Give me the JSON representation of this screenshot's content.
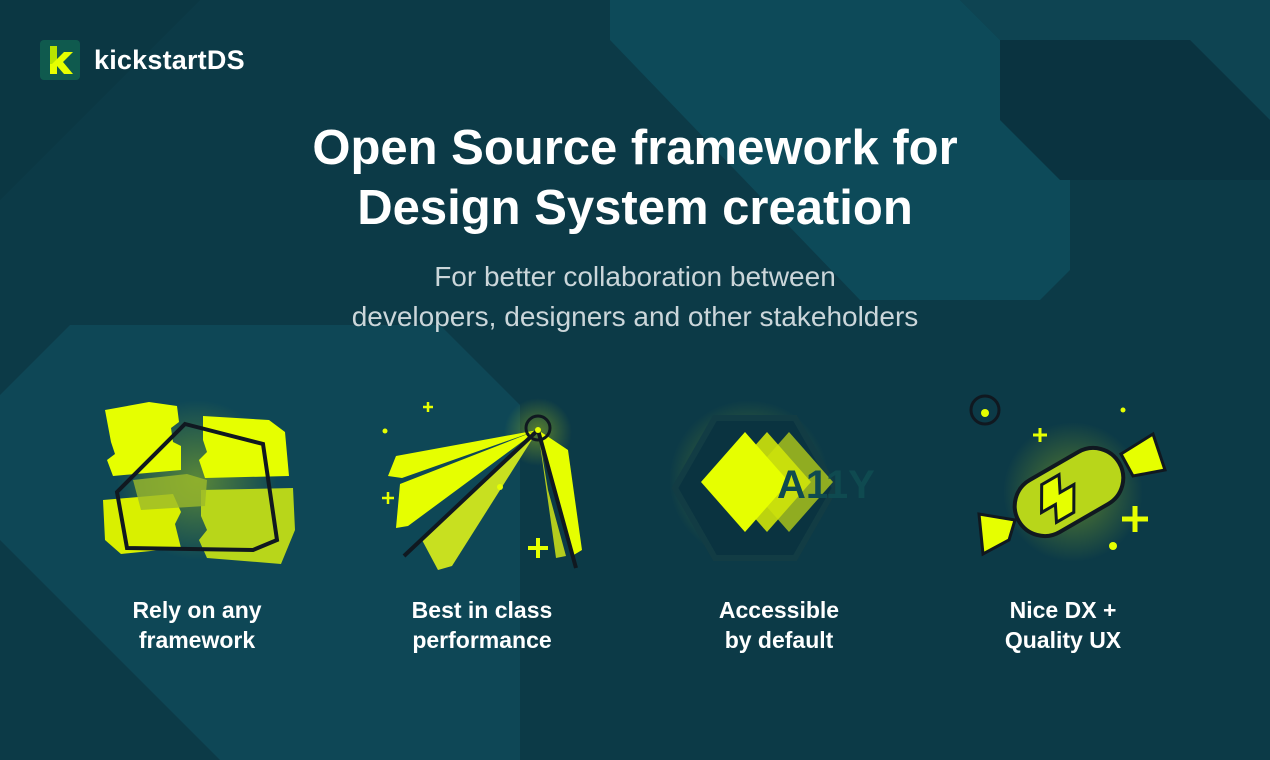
{
  "brand": {
    "name": "kickstartDS",
    "logo_letter": "k"
  },
  "headline": {
    "line1": "Open Source framework for",
    "line2": "Design System creation"
  },
  "subline": {
    "line1": "For better collaboration between",
    "line2": "developers, designers and other stakeholders"
  },
  "features": [
    {
      "icon": "puzzle-framework-icon",
      "line1": "Rely on any",
      "line2": "framework"
    },
    {
      "icon": "speed-rays-icon",
      "line1": "Best in class",
      "line2": "performance"
    },
    {
      "icon": "a11y-hexagon-icon",
      "line1": "Accessible",
      "line2": "by default",
      "icon_text": "A11Y"
    },
    {
      "icon": "candy-bolt-icon",
      "line1": "Nice DX +",
      "line2": "Quality UX"
    }
  ],
  "colors": {
    "background": "#0c3a47",
    "accent": "#e6ff00",
    "text": "#ffffff",
    "subtext": "#cbd6da"
  }
}
